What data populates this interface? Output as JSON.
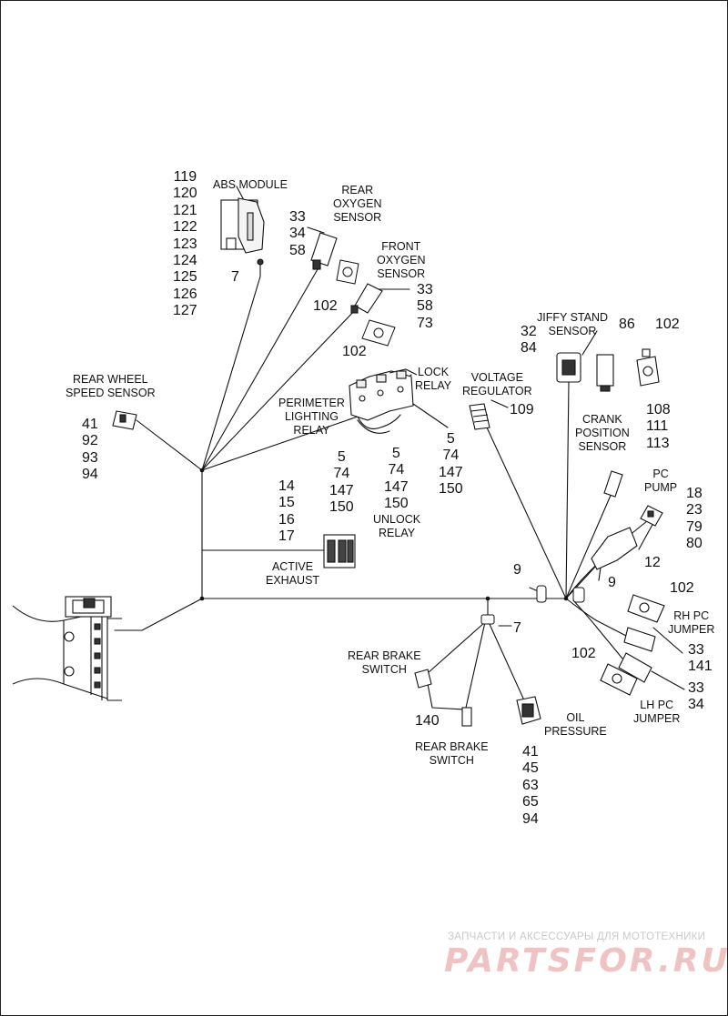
{
  "labels": {
    "abs_module": "ABS MODULE",
    "rear_oxygen_sensor": [
      "REAR",
      "OXYGEN",
      "SENSOR"
    ],
    "front_oxygen_sensor": [
      "FRONT",
      "OXYGEN",
      "SENSOR"
    ],
    "rear_wheel_speed_sensor": [
      "REAR WHEEL",
      "SPEED SENSOR"
    ],
    "perimeter_lighting_relay": [
      "PERIMETER",
      "LIGHTING",
      "RELAY"
    ],
    "lock_relay": [
      "LOCK",
      "RELAY"
    ],
    "unlock_relay": [
      "UNLOCK",
      "RELAY"
    ],
    "voltage_regulator": [
      "VOLTAGE",
      "REGULATOR"
    ],
    "jiffy_stand_sensor": [
      "JIFFY STAND",
      "SENSOR"
    ],
    "crank_position_sensor": [
      "CRANK",
      "POSITION",
      "SENSOR"
    ],
    "pc_pump": [
      "PC",
      "PUMP"
    ],
    "active_exhaust": [
      "ACTIVE",
      "EXHAUST"
    ],
    "rh_pc_jumper": [
      "RH PC",
      "JUMPER"
    ],
    "lh_pc_jumper": [
      "LH PC",
      "JUMPER"
    ],
    "rear_brake_switch_upper": [
      "REAR BRAKE",
      "SWITCH"
    ],
    "rear_brake_switch_lower": [
      "REAR BRAKE",
      "SWITCH"
    ],
    "oil_pressure": [
      "OIL",
      "PRESSURE"
    ]
  },
  "callouts": {
    "abs_module_parts": [
      "119",
      "120",
      "121",
      "122",
      "123",
      "124",
      "125",
      "126",
      "127"
    ],
    "abs_clip": "7",
    "rear_oxygen_parts": [
      "33",
      "34",
      "58"
    ],
    "rear_oxygen_cap": "102",
    "front_oxygen_parts": [
      "33",
      "58",
      "73"
    ],
    "front_oxygen_cap": "102",
    "rear_wheel_speed_parts": [
      "41",
      "92",
      "93",
      "94"
    ],
    "perimeter_relay_parts": [
      "5",
      "74",
      "147",
      "150"
    ],
    "unlock_relay_parts": [
      "5",
      "74",
      "147",
      "150"
    ],
    "lock_relay_parts": [
      "5",
      "74",
      "147",
      "150"
    ],
    "active_exhaust_parts": [
      "14",
      "15",
      "16",
      "17"
    ],
    "voltage_regulator_part": "109",
    "jiffy_stand_parts": [
      "32",
      "84"
    ],
    "jiffy_stand_plug": "86",
    "jiffy_stand_cap": "102",
    "crank_position_parts": [
      "108",
      "111",
      "113"
    ],
    "pc_pump_parts": [
      "18",
      "23",
      "79",
      "80"
    ],
    "pc_pump_body": "12",
    "clip_left": "9",
    "clip_right": "9",
    "rh_pc_cap": "102",
    "rh_pc_parts": [
      "33",
      "141"
    ],
    "lh_pc_cap": "102",
    "lh_pc_parts": [
      "33",
      "34"
    ],
    "brake_clip": "7",
    "rear_brake_part": "140",
    "oil_pressure_parts": [
      "41",
      "45",
      "63",
      "65",
      "94"
    ]
  },
  "watermark": {
    "line1": "ЗАПЧАСТИ И АКСЕССУАРЫ ДЛЯ МОТОТЕХНИКИ",
    "line2": "PARTSFOR.RU"
  }
}
